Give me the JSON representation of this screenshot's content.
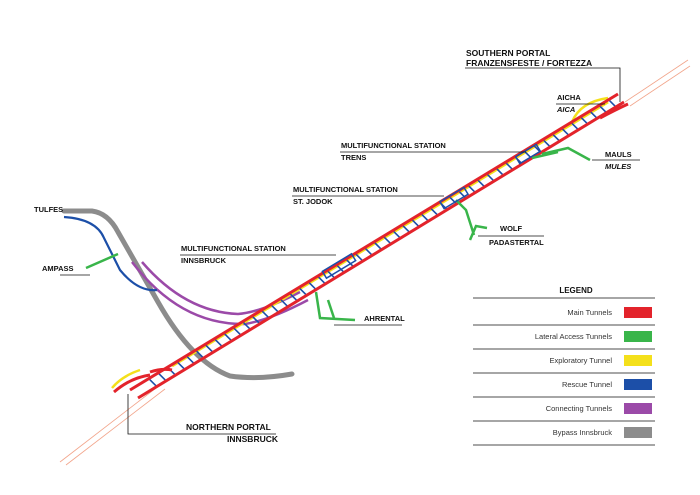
{
  "labels": {
    "southern_portal": "SOUTHERN PORTAL",
    "southern_portal_sub": "FRANZENSFESTE / FORTEZZA",
    "aicha": "AICHA",
    "aicha_it": "AICA",
    "mauls": "MAULS",
    "mauls_it": "MULES",
    "trens_station": "MULTIFUNCTIONAL STATION",
    "trens": "TRENS",
    "st_jodok_station": "MULTIFUNCTIONAL STATION",
    "st_jodok": "ST. JODOK",
    "wolf": "WOLF",
    "padastertal": "PADASTERTAL",
    "innsbruck_station": "MULTIFUNCTIONAL STATION",
    "innsbruck_station_sub": "INNSBRUCK",
    "tulfes": "TULFES",
    "ampass": "AMPASS",
    "ahrental": "AHRENTAL",
    "northern_portal": "NORTHERN PORTAL",
    "northern_portal_sub": "INNSBRUCK"
  },
  "legend": {
    "title": "LEGEND",
    "items": [
      {
        "label": "Main Tunnels",
        "color": "#e3232b"
      },
      {
        "label": "Lateral Access Tunnels",
        "color": "#39b54a"
      },
      {
        "label": "Exploratory Tunnel",
        "color": "#f4e01b"
      },
      {
        "label": "Rescue Tunnel",
        "color": "#1c4fa8"
      },
      {
        "label": "Connecting Tunnels",
        "color": "#9b4aa8"
      },
      {
        "label": "Bypass Innsbruck",
        "color": "#8c8c8c"
      }
    ]
  }
}
